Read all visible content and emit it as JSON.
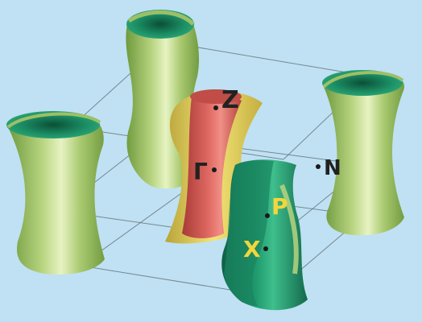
{
  "figure": {
    "background_color": "#bfe1f3",
    "surface_colors": {
      "outer_sheet": "#9cbf6a",
      "outer_sheet_inner": "#1f9a6e",
      "central_tube": "#d85b55",
      "central_tube_sleeve": "#e2d35a"
    },
    "points": {
      "Z": "Z",
      "Gamma": "Γ",
      "N": "N",
      "P": "P",
      "X": "X"
    }
  }
}
